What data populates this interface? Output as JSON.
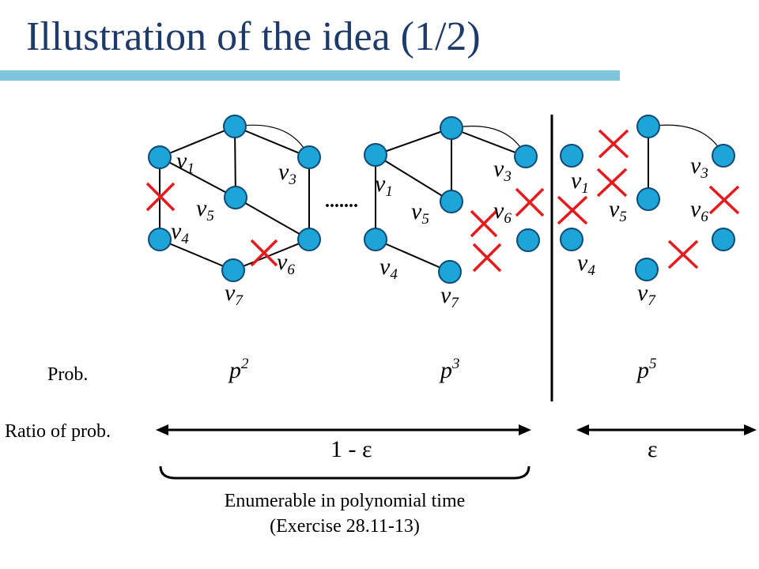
{
  "title": "Illustration of the idea (1/2)",
  "vertex_labels": {
    "v1": [
      "v",
      "1"
    ],
    "v3": [
      "v",
      "3"
    ],
    "v4": [
      "v",
      "4"
    ],
    "v5": [
      "v",
      "5"
    ],
    "v6": [
      "v",
      "6"
    ],
    "v7": [
      "v",
      "7"
    ]
  },
  "ellipsis": ".......",
  "prob_label": "Prob.",
  "probs": [
    {
      "base": "p",
      "exp": "2"
    },
    {
      "base": "p",
      "exp": "3"
    },
    {
      "base": "p",
      "exp": "5"
    }
  ],
  "ratio_label": "Ratio of prob.",
  "ratio_left": "1 - ε",
  "ratio_right": "ε",
  "enumerable_line1": "Enumerable in polynomial time",
  "enumerable_line2": "(Exercise 28.11-13)",
  "colors": {
    "title": "#1d3a6b",
    "title_bar": "#7ec4dc",
    "vertex_fill": "#1ea5d8",
    "vertex_stroke": "#0a4a78",
    "cross": "#e8191a"
  }
}
